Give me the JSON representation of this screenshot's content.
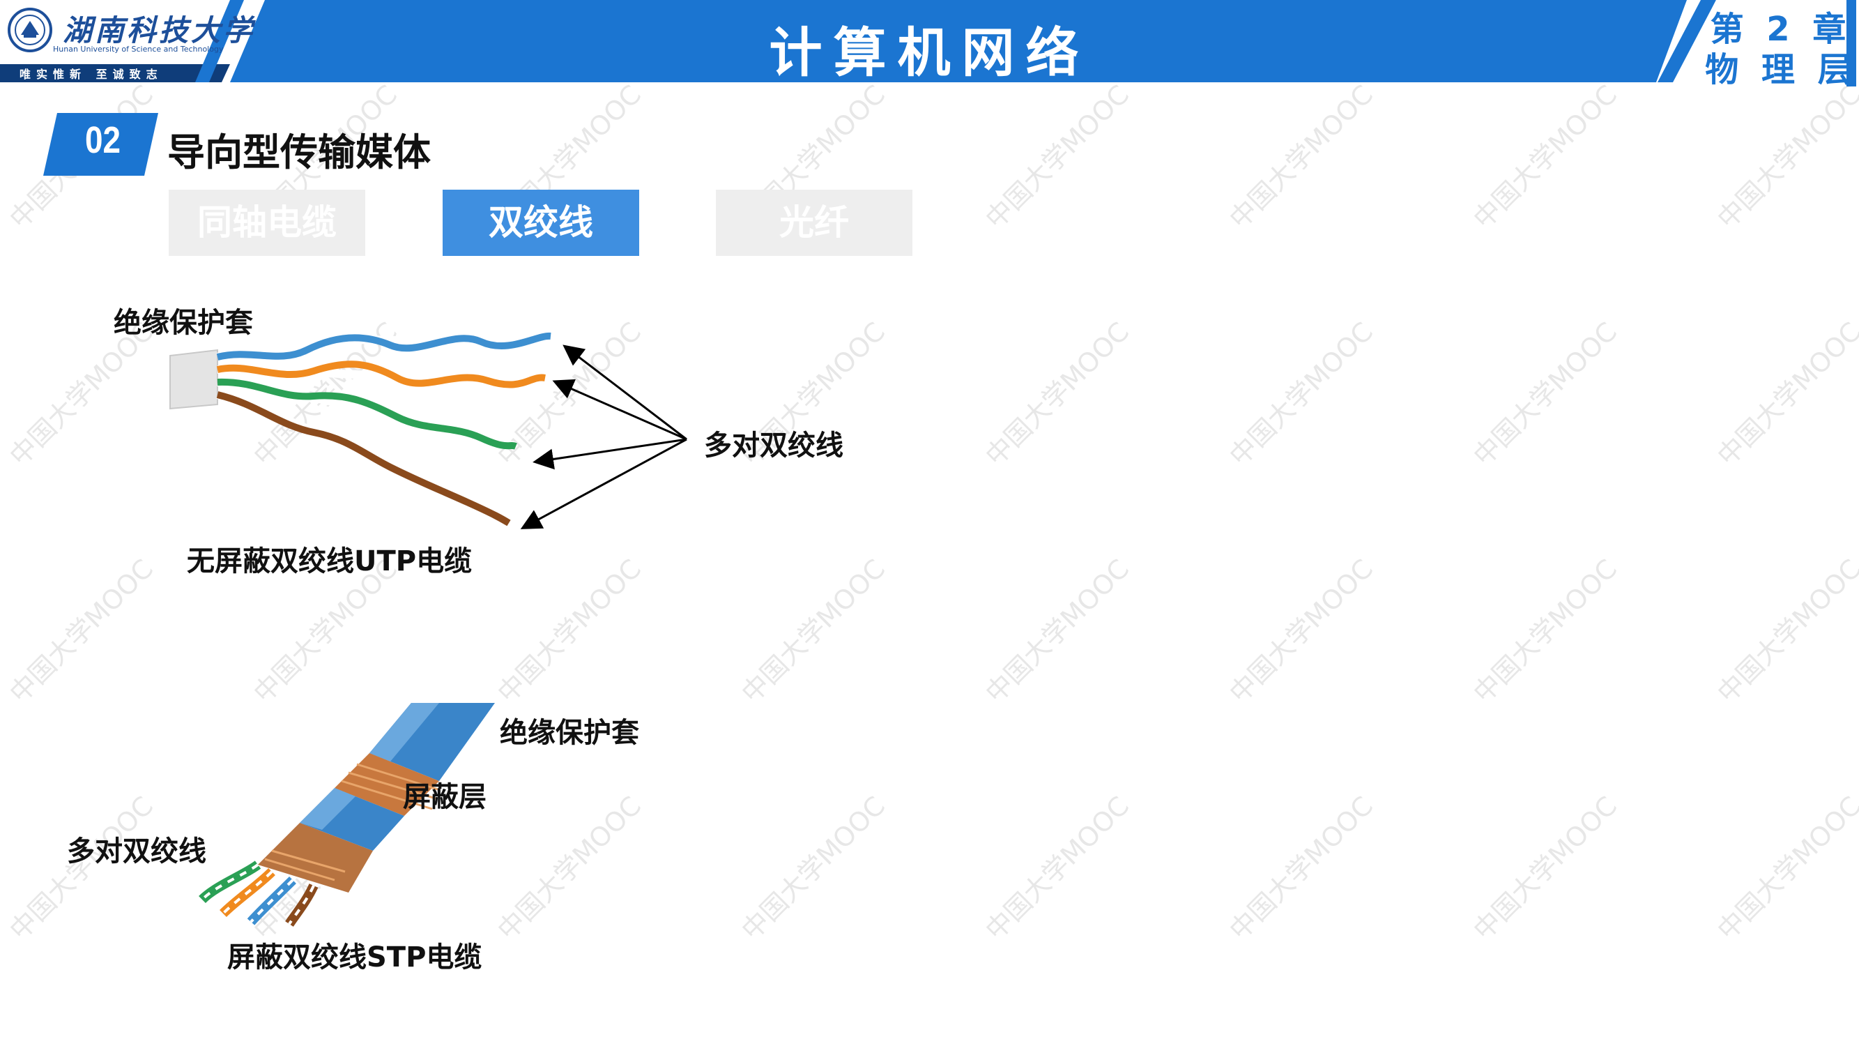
{
  "header": {
    "university_name": "湖南科技大学",
    "university_name_en": "Hunan University of Science and Technology",
    "motto": "唯实惟新 至诚致志",
    "course_title": "计算机网络",
    "chapter_line1": "第 2 章",
    "chapter_line2": "物 理 层",
    "accent_color": "#1b75d1"
  },
  "section": {
    "number": "02",
    "title": "导向型传输媒体"
  },
  "tabs": [
    {
      "label": "同轴电缆",
      "active": false
    },
    {
      "label": "双绞线",
      "active": true
    },
    {
      "label": "光纤",
      "active": false
    }
  ],
  "utp": {
    "jacket_label": "绝缘保护套",
    "pairs_label": "多对双绞线",
    "caption": "无屏蔽双绞线UTP电缆"
  },
  "stp": {
    "jacket_label": "绝缘保护套",
    "shield_label": "屏蔽层",
    "pairs_label": "多对双绞线",
    "caption": "屏蔽双绞线STP电缆"
  },
  "watermark": "中国大学MOOC"
}
